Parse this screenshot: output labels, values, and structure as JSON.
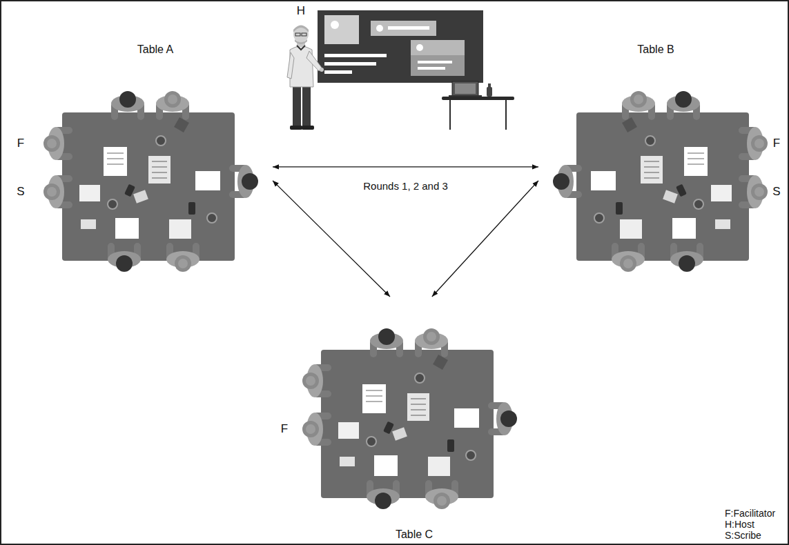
{
  "diagram": {
    "nodes": [
      {
        "text": [
          "Table A"
        ]
      },
      {
        "text": [
          "Table B"
        ]
      },
      {
        "text": [
          "Table C"
        ]
      }
    ],
    "edges": [
      {
        "from": 0,
        "to": 1,
        "arrow": "both",
        "label": "Rounds 1, 2 and 3"
      },
      {
        "from": 0,
        "to": 2,
        "arrow": "both"
      },
      {
        "from": 1,
        "to": 2,
        "arrow": "both"
      }
    ],
    "labels": [
      "H",
      "F",
      "S",
      "F",
      "S",
      "F"
    ],
    "legend": [
      {
        "text": "F:Facilitator"
      },
      {
        "text": "H:Host"
      },
      {
        "text": "S:Scribe"
      }
    ]
  }
}
